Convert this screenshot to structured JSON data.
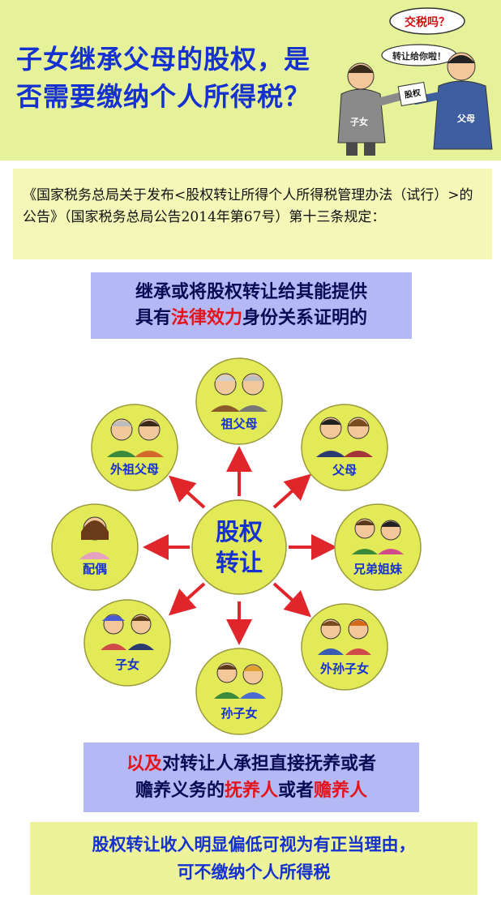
{
  "header": {
    "title_line1": "子女继承父母的股权，是",
    "title_line2": "否需要缴纳个人所得税？",
    "bubble_top": "交税吗？",
    "bubble_mid": "转让给你啦！",
    "doc_label": "股权",
    "person_left": "子女",
    "person_right": "父母"
  },
  "notice": {
    "text": "《国家税务总局关于发布<股权转让所得个人所得税管理办法（试行）>的公告》（国家税务总局公告2014年第67号）第十三条规定："
  },
  "box1": {
    "line1": "继承或将股权转让给其能提供",
    "line2_pre": "具有",
    "line2_red": "法律效力",
    "line2_post": "身份关系证明的"
  },
  "center": {
    "line1": "股权",
    "line2": "转让"
  },
  "relations": [
    {
      "label": "祖父母"
    },
    {
      "label": "父母"
    },
    {
      "label": "兄弟姐妹"
    },
    {
      "label": "外孙子女"
    },
    {
      "label": "孙子女"
    },
    {
      "label": "子女"
    },
    {
      "label": "配偶"
    },
    {
      "label": "外祖父母"
    }
  ],
  "box2": {
    "line1_red": "以及",
    "line1_post": "对转让人承担直接抚养或者",
    "line2_pre": "赡养义务的",
    "line2_red1": "抚养人",
    "line2_mid": "或者",
    "line2_red2": "赡养人"
  },
  "box3": {
    "line1": "股权转让收入明显偏低可视为有正当理由，",
    "line2": "可不缴纳个人所得税"
  },
  "colors": {
    "title_blue": "#1531d0",
    "highlight_red": "#e5141b",
    "circle_green": "#e2ea58",
    "arrow_red": "#e0262b"
  }
}
